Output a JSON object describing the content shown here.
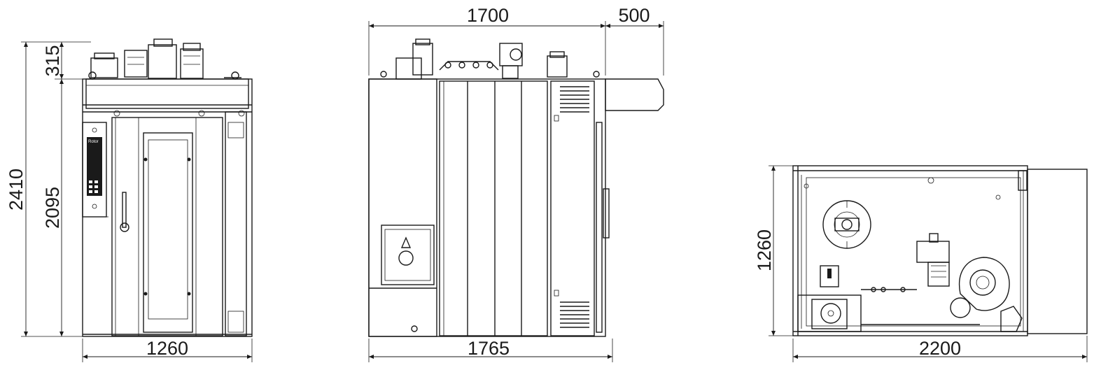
{
  "drawing": {
    "front_view": {
      "width_label": "1260",
      "total_height_label": "2410",
      "body_height_label": "2095",
      "top_height_label": "315",
      "panel_brand": "Rotor"
    },
    "side_view": {
      "depth_top_label": "1700",
      "hood_extension_label": "500",
      "depth_bottom_label": "1765"
    },
    "top_view": {
      "depth_label": "1260",
      "length_label": "2200"
    }
  },
  "colors": {
    "line": "#1a1a1a",
    "background": "#ffffff"
  }
}
